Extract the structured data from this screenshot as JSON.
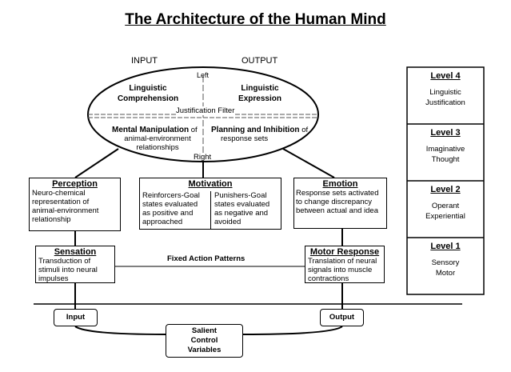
{
  "title": "The Architecture of the Human Mind",
  "headers": {
    "input": "INPUT",
    "output": "OUTPUT"
  },
  "ellipse": {
    "left": "Left",
    "right": "Right",
    "filter": "Justification Filter",
    "ling_comp": [
      "Linguistic",
      "Comprehension"
    ],
    "ling_expr": [
      "Linguistic",
      "Expression"
    ],
    "mental_bold": "Mental Manipulation",
    "mental_of": "of",
    "mental_desc": [
      "animal-environment",
      "relationships"
    ],
    "planning_bold": "Planning and Inhibition",
    "planning_of": "of",
    "planning_desc": "response sets"
  },
  "perception": {
    "title": "Perception",
    "desc": [
      "Neuro-chemical",
      "representation of",
      "animal-environment",
      "relationship"
    ]
  },
  "motivation": {
    "title": "Motivation",
    "left": [
      "Reinforcers-Goal",
      "states evaluated",
      "as positive and",
      "approached"
    ],
    "right": [
      "Punishers-Goal",
      "states evaluated",
      "as negative and",
      "avoided"
    ]
  },
  "emotion": {
    "title": "Emotion",
    "desc": [
      "Response sets activated",
      "to change discrepancy",
      "between actual and idea"
    ]
  },
  "sensation": {
    "title": "Sensation",
    "desc": [
      "Transduction of",
      "stimuli into neural",
      "impulses"
    ]
  },
  "motor": {
    "title": "Motor Response",
    "desc": [
      "Translation of neural",
      "signals into muscle",
      "contractions"
    ]
  },
  "fixed_action": "Fixed Action Patterns",
  "io": {
    "input": "Input",
    "output": "Output"
  },
  "salient": [
    "Salient",
    "Control",
    "Variables"
  ],
  "levels": [
    {
      "title": "Level 4",
      "desc": [
        "Linguistic",
        "Justification"
      ]
    },
    {
      "title": "Level 3",
      "desc": [
        "Imaginative",
        "Thought"
      ]
    },
    {
      "title": "Level 2",
      "desc": [
        "Operant",
        "Experiential"
      ]
    },
    {
      "title": "Level 1",
      "desc": [
        "Sensory",
        "Motor"
      ]
    }
  ]
}
